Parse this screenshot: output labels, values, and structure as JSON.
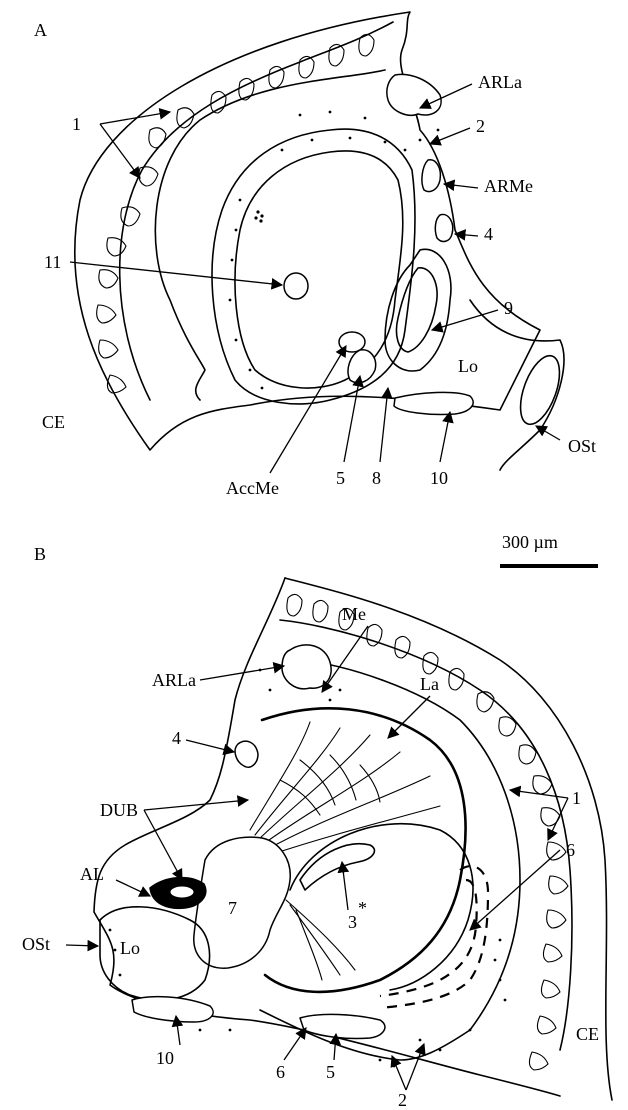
{
  "panels": [
    {
      "id": "A",
      "label": "A",
      "labels": {
        "l1": "1",
        "arla": "ARLa",
        "l2": "2",
        "arme": "ARMe",
        "l4": "4",
        "l11": "11",
        "l9": "9",
        "lo": "Lo",
        "ce": "CE",
        "accme": "AccMe",
        "l5": "5",
        "l8": "8",
        "l10": "10",
        "ost": "OSt"
      }
    },
    {
      "id": "B",
      "label": "B",
      "labels": {
        "me": "Me",
        "la": "La",
        "arla": "ARLa",
        "l4": "4",
        "l1": "1",
        "dub": "DUB",
        "l6a": "6",
        "al": "AL",
        "l7": "7",
        "star": "*",
        "l3": "3",
        "lo": "Lo",
        "ost": "OSt",
        "l10": "10",
        "ce": "CE",
        "l6b": "6",
        "l5": "5",
        "l2": "2"
      }
    }
  ],
  "scale_bar": {
    "label": "300 µm"
  }
}
